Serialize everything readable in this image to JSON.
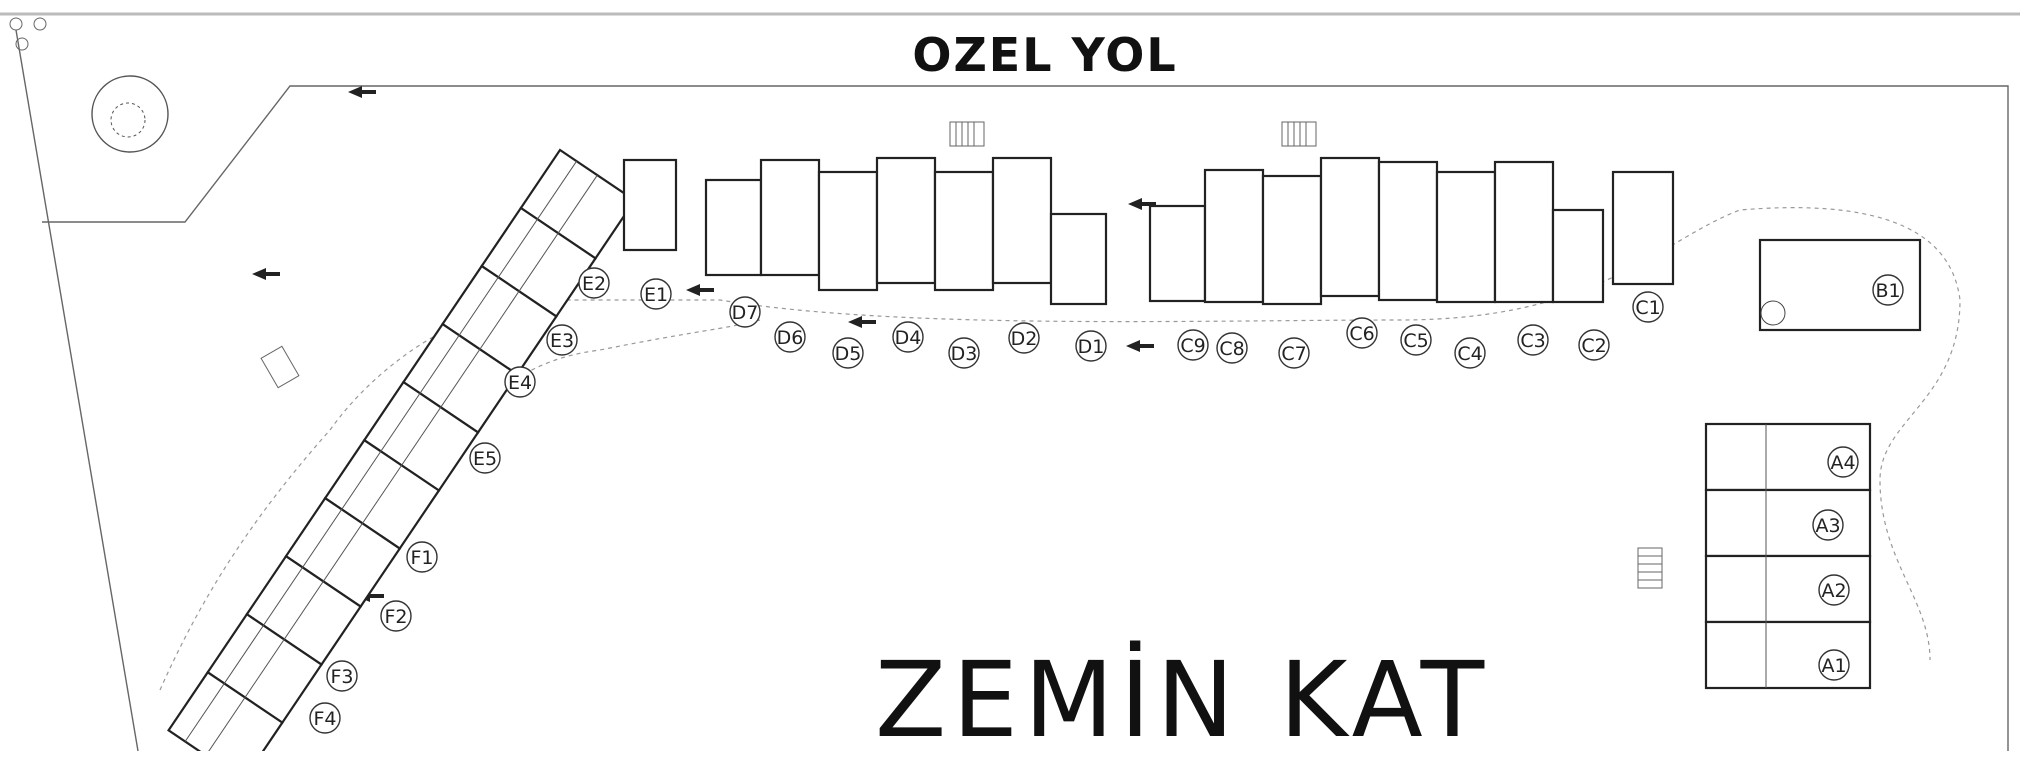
{
  "road_label": "OZEL YOL",
  "floor_label": "ZEMİN KAT",
  "units": {
    "A": [
      "A1",
      "A2",
      "A3",
      "A4"
    ],
    "B": [
      "B1"
    ],
    "C": [
      "C1",
      "C2",
      "C3",
      "C4",
      "C5",
      "C6",
      "C7",
      "C8",
      "C9"
    ],
    "D": [
      "D1",
      "D2",
      "D3",
      "D4",
      "D5",
      "D6",
      "D7"
    ],
    "E": [
      "E1",
      "E2",
      "E3",
      "E4",
      "E5"
    ],
    "F": [
      "F1",
      "F2",
      "F3",
      "F4"
    ]
  }
}
